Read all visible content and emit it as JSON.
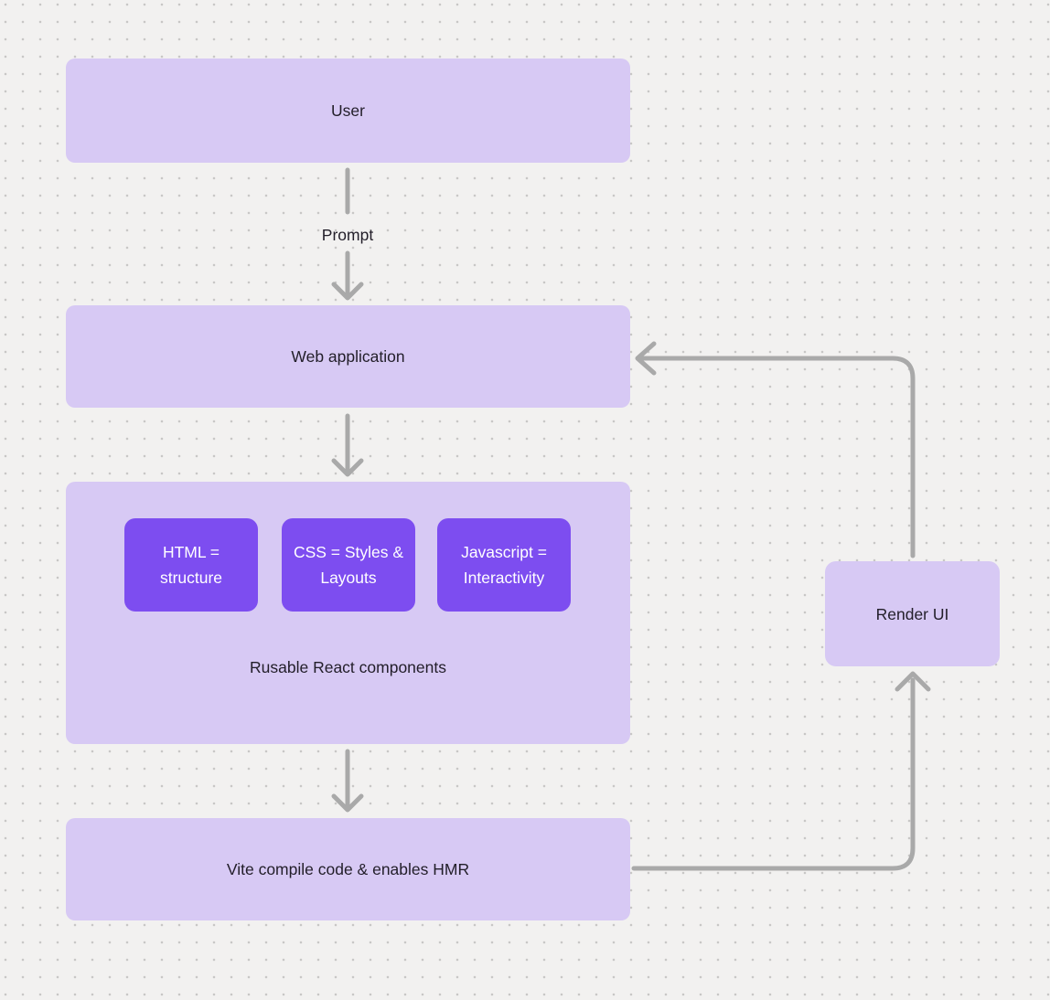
{
  "diagram": {
    "background": "#f2f1f0",
    "dot_color": "#c8c7c6",
    "arrow_color": "#a9a9a9",
    "node_fill": "#d7c9f4",
    "accent_fill": "#7d4df0",
    "accent_text_color": "#ffffff",
    "text_color": "#221e29"
  },
  "nodes": {
    "user": {
      "label": "User"
    },
    "web_application": {
      "label": "Web application"
    },
    "components": {
      "label": "Rusable React components",
      "items": [
        {
          "label": "HTML = structure"
        },
        {
          "label": "CSS = Styles & Layouts"
        },
        {
          "label": "Javascript = Interactivity"
        }
      ]
    },
    "vite": {
      "label": "Vite compile code & enables HMR"
    },
    "render_ui": {
      "label": "Render UI"
    }
  },
  "edges": {
    "user_to_web": {
      "label": "Prompt"
    }
  }
}
